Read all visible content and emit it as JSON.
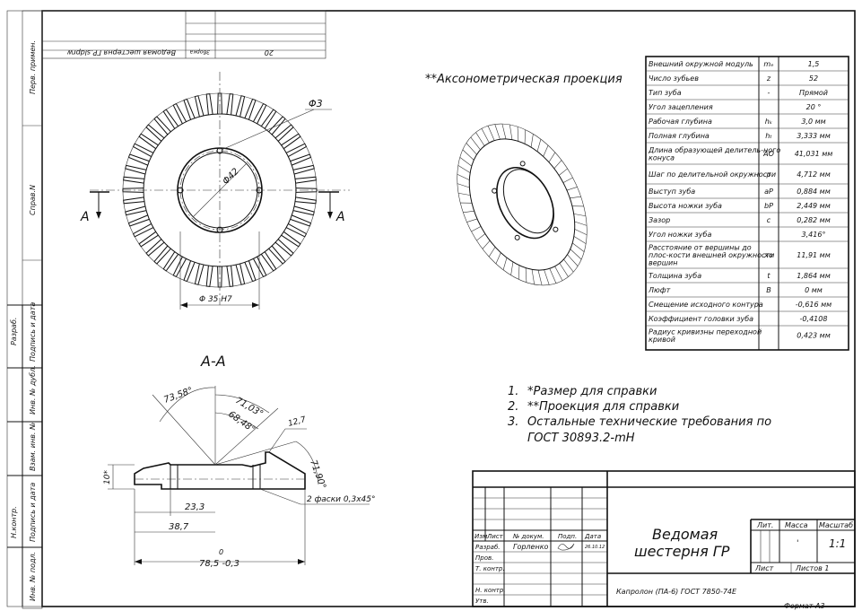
{
  "left_strip": {
    "perv_primen": "Перв. примен.",
    "sprav_no": "Справ.N",
    "podp_data_1": "Подпись и дата",
    "inv_dubl": "Инв. № дубл.",
    "vzam_inv": "Взам. инв. №",
    "podp_data_2": "Подпись и дата",
    "inv_podl": "Инв. № подл.",
    "razrab": "Разраб.",
    "n_kontr": "Н.контр."
  },
  "top_stamp": {
    "mirrored_title": "Ведомая шестерня ГР.sldprw",
    "mirrored_code": "20",
    "mirrored_label": "Зборка"
  },
  "views": {
    "front": {
      "dim_phi3": "Φ3",
      "dim_phi42": "Φ42",
      "dim_bore": "Φ 35 H7",
      "section_mark_left": "A",
      "section_mark_right": "A"
    },
    "axonometric_label": "**Аксонометрическая проекция",
    "section": {
      "title": "А-А",
      "dim_angle_1": "73,58°",
      "dim_angle_2": "71,03°",
      "dim_angle_3": "68,48°",
      "dim_angle_4": "71,90°",
      "dim_12_7": "12,7",
      "dim_10": "10*",
      "dim_23_3": "23,3",
      "dim_38_7": "38,7",
      "dim_78_5_top": "0",
      "dim_78_5": "78,5 -0,3",
      "chamfer": "2 фаски 0,3x45°"
    }
  },
  "params_table": [
    {
      "name": "Внешний окружной модуль",
      "sym": "mₑ",
      "val": "1,5"
    },
    {
      "name": "Число зубьев",
      "sym": "z",
      "val": "52"
    },
    {
      "name": "Тип зуба",
      "sym": "-",
      "val": "Прямой"
    },
    {
      "name": "Угол зацепления",
      "sym": "",
      "val": "20 °"
    },
    {
      "name": "Рабочая глубина",
      "sym": "hₖ",
      "val": "3,0 мм"
    },
    {
      "name": "Полная глубина",
      "sym": "hₜ",
      "val": "3,333 мм"
    },
    {
      "name": "Длина образующей делитель-ного конуса",
      "sym": "AO",
      "val": "41,031 мм"
    },
    {
      "name": "Шаг по делительной окружности",
      "sym": "p",
      "val": "4,712 мм"
    },
    {
      "name": "Выступ зуба",
      "sym": "aP",
      "val": "0,884 мм"
    },
    {
      "name": "Высота ножки зуба",
      "sym": "bP",
      "val": "2,449 мм"
    },
    {
      "name": "Зазор",
      "sym": "c",
      "val": "0,282 мм"
    },
    {
      "name": "Угол ножки зуба",
      "sym": "",
      "val": "3,416°"
    },
    {
      "name": "Расстояние от вершины до плос-кости внешней окружности вершин",
      "sym": "xo",
      "val": "11,91 мм"
    },
    {
      "name": "Толщина зуба",
      "sym": "t",
      "val": "1,864 мм"
    },
    {
      "name": "Люфт",
      "sym": "B",
      "val": "0 мм"
    },
    {
      "name": "Смещение исходного контура",
      "sym": "",
      "val": "-0,616 мм"
    },
    {
      "name": "Коэффициент головки зуба",
      "sym": "",
      "val": "-0,4108"
    },
    {
      "name": "Радиус кривизны переходной кривой",
      "sym": "",
      "val": "0,423 мм"
    }
  ],
  "notes": [
    {
      "num": "1.",
      "text": "*Размер для справки"
    },
    {
      "num": "2.",
      "text": "**Проекция для справки"
    },
    {
      "num": "3.",
      "text": "Остальные технические требования по",
      "cont": "ГОСТ 30893.2-mH"
    }
  ],
  "title_block": {
    "hdr_izm": "Изм",
    "hdr_list": "Лист",
    "hdr_ndokum": "№ докум.",
    "hdr_podp": "Подп.",
    "hdr_data": "Дата",
    "razrab_label": "Разраб.",
    "razrab_name": "Горленко",
    "razrab_date": "26.10.12",
    "prov_label": "Пров.",
    "tkontr_label": "Т. контр.",
    "nkontr_label": "Н. контр.",
    "utv_label": "Утв.",
    "title_line1": "Ведомая",
    "title_line2": "шестерня ГР",
    "col_lit": "Лит.",
    "col_massa": "Масса",
    "col_masshtab": "Масштаб",
    "masshtab_val": "1:1",
    "massa_val": "'",
    "list_label": "Лист",
    "listov_label": "Листов 1",
    "material": "Капролон (ПА-6) ГОСТ 7850-74Е"
  },
  "format": "Формат А3"
}
